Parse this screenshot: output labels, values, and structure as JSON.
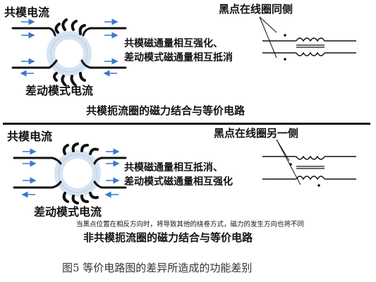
{
  "top": {
    "cm_current": "共模电流",
    "dm_current": "差动模式电流",
    "dot_same_side": "黑点在线圈同侧",
    "effect_line1": "共模磁通量相互强化、",
    "effect_line2": "差动模式磁通量相互抵消",
    "caption": "共模扼流圈的磁力结合与等价电路"
  },
  "bottom": {
    "cm_current": "共模电流",
    "dm_current": "差动模式电流",
    "dot_other_side": "黑点在线圈另一侧",
    "effect_line1": "共模磁通量相互抵消、",
    "effect_line2": "差动模式磁通量相互强化",
    "note": "当黑点位置在相反方向时，将导致其他的绕卷方式，磁力的发生方向也将不同",
    "caption": "非共模扼流圈的磁力结合与等价电路"
  },
  "figure_caption": "图5 等价电路图的差异所造成的功能差别",
  "colors": {
    "arrow_blue": "#3a78c8",
    "ring": "#d6e4f2",
    "ink": "#111111"
  }
}
